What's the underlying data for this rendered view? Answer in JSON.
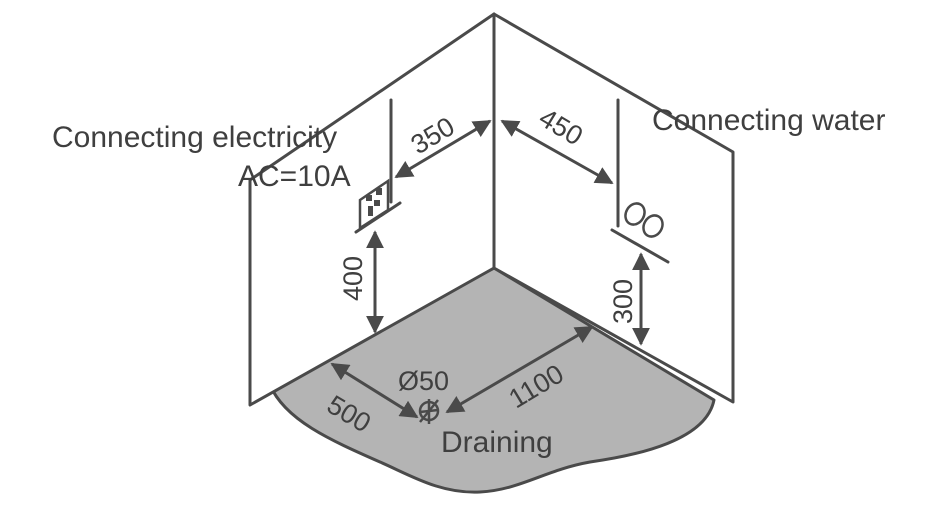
{
  "labels": {
    "electricity": "Connecting electricity",
    "ac": "AC=10A",
    "water": "Connecting water",
    "draining": "Draining",
    "drain_diameter": "Ø50"
  },
  "dimensions": {
    "d350": "350",
    "d450": "450",
    "d400": "400",
    "d300": "300",
    "d500": "500",
    "d1100": "1100"
  },
  "icons": {
    "socket": "electrical-socket-icon",
    "tap": "water-connection-icon",
    "drain": "drain-icon"
  }
}
